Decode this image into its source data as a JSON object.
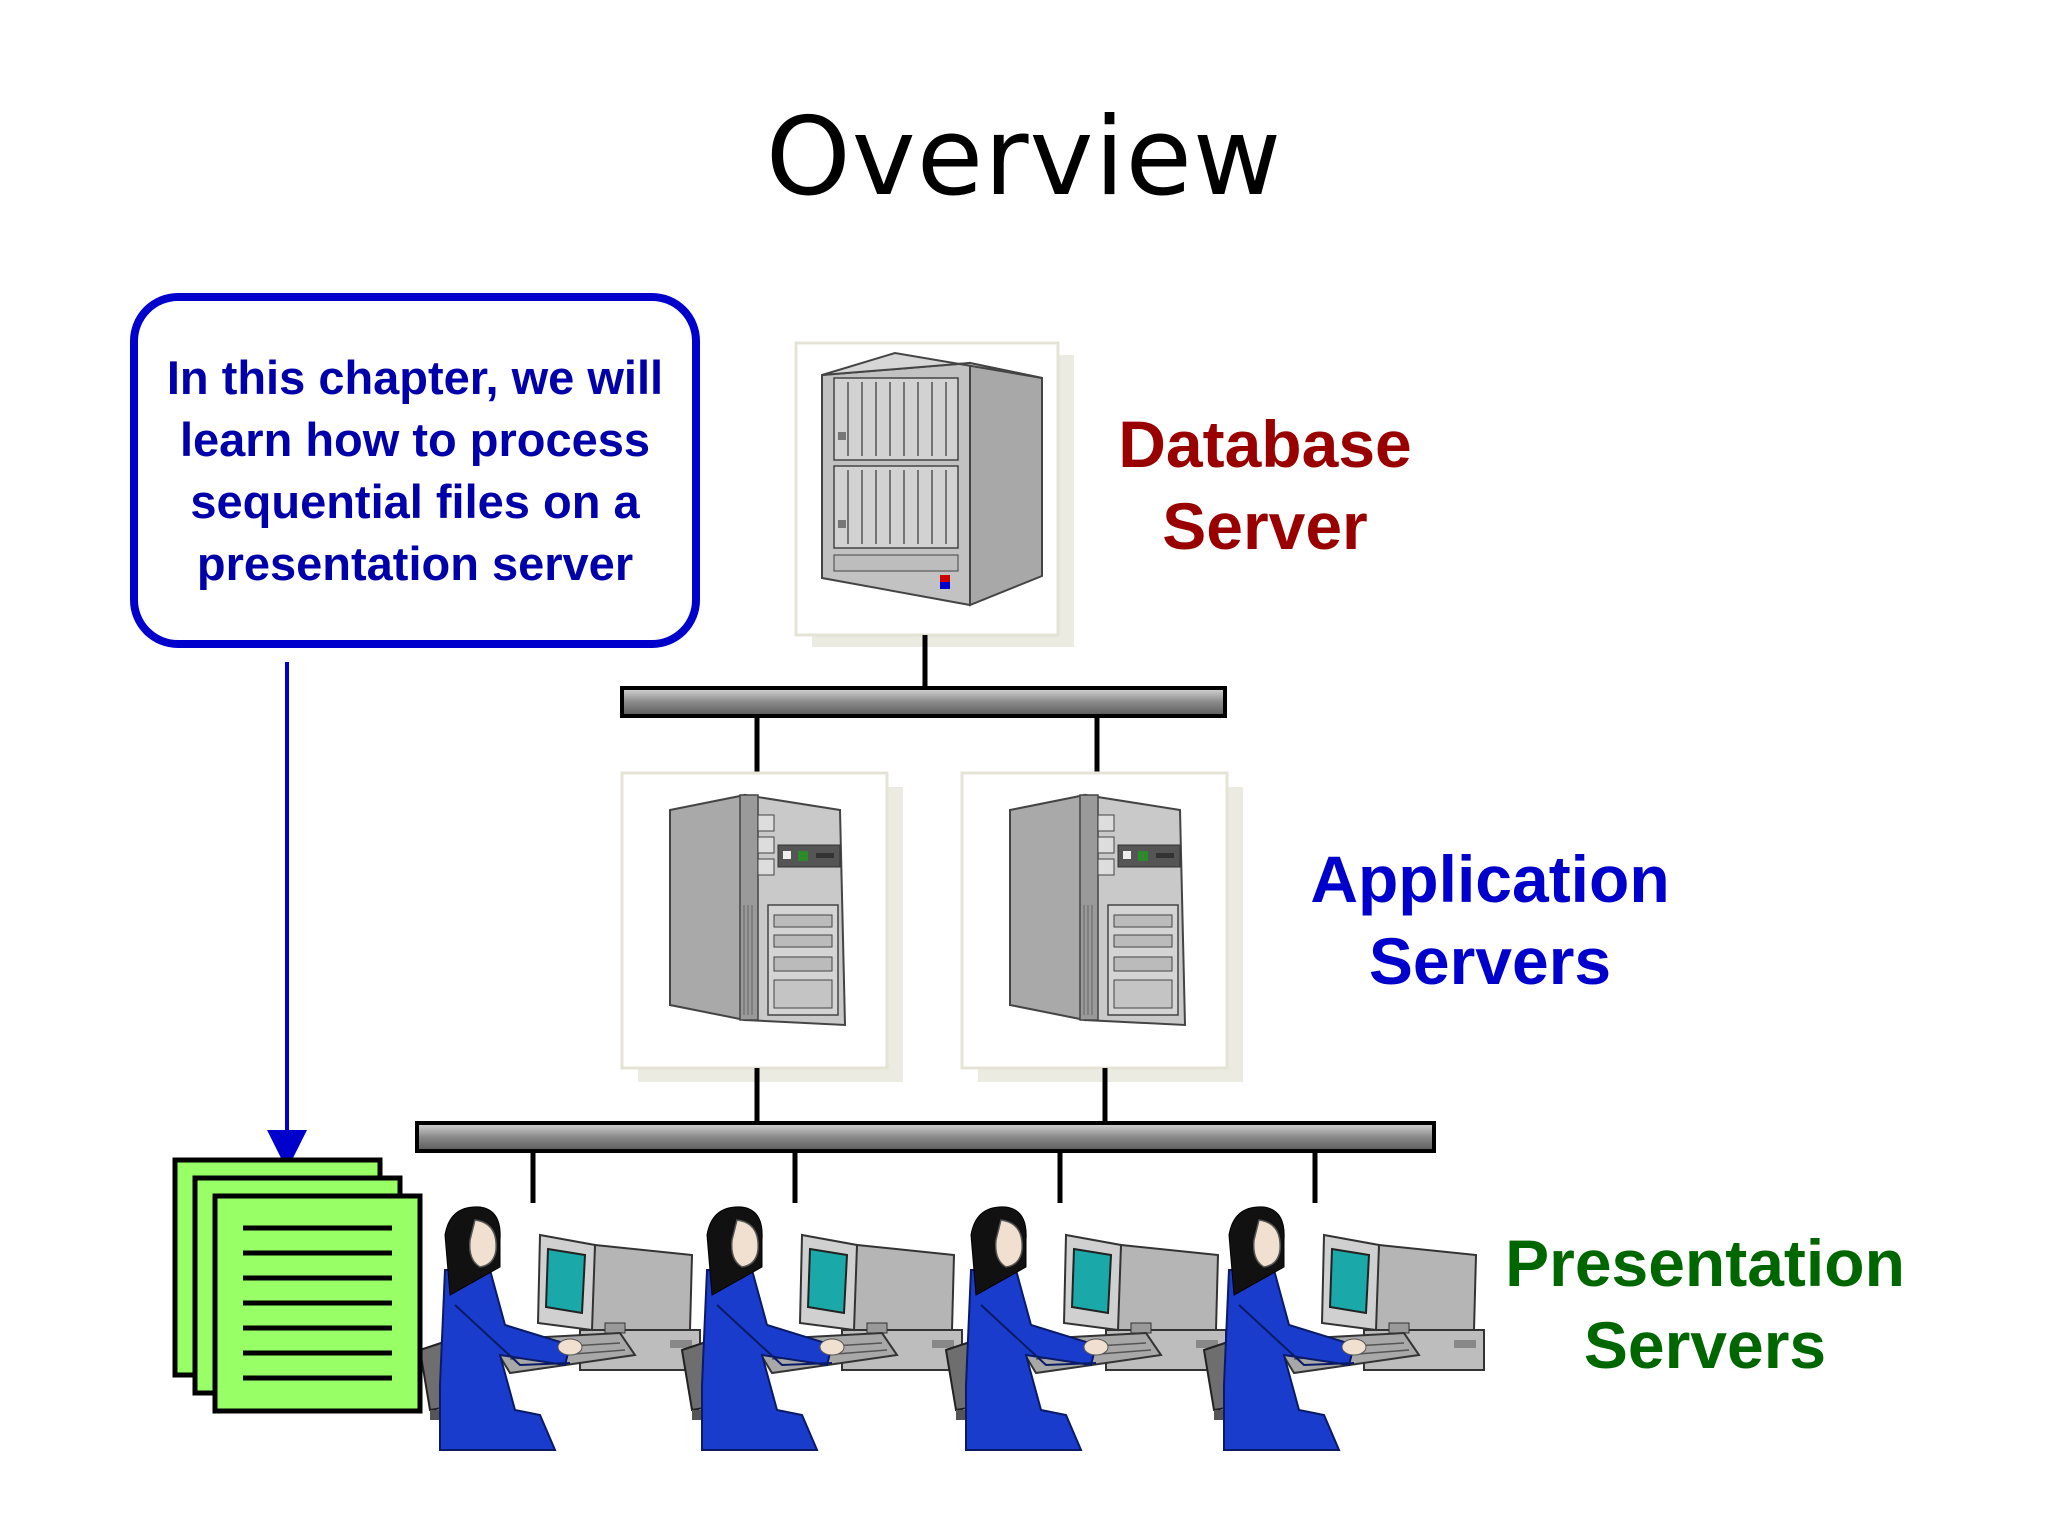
{
  "title": "Overview",
  "callout": {
    "text": "In this chapter, we will learn how to process sequential files on a presentation server"
  },
  "labels": {
    "database_server": "Database Server",
    "application_servers": "Application Servers",
    "presentation_servers": "Presentation Servers"
  },
  "colors": {
    "database_label": "#990000",
    "application_label": "#0000cc",
    "presentation_label": "#006600",
    "callout_border": "#0000cc",
    "files": "#99ff66",
    "worker_clothing": "#1a3ccc"
  },
  "diagram": {
    "application_server_count": 2,
    "presentation_workstation_count": 4,
    "file_stack_pages": 3
  }
}
